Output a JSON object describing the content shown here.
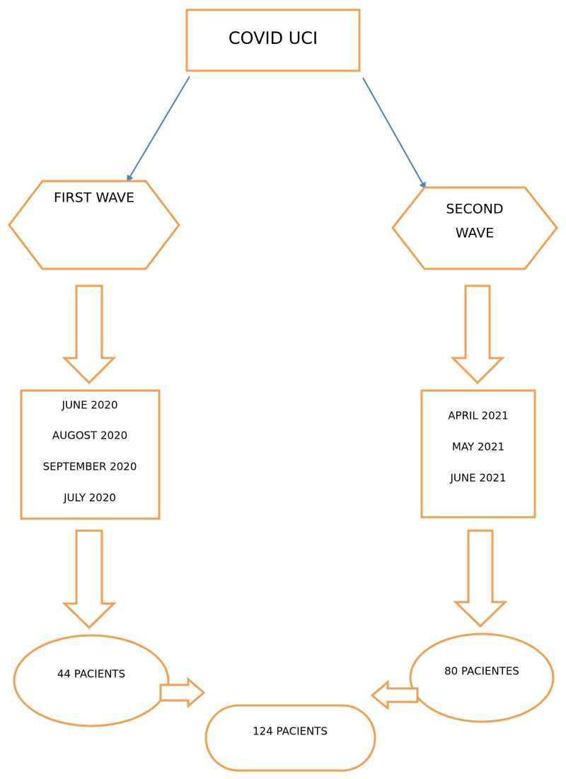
{
  "root": {
    "label": "COVID UCI"
  },
  "first_wave": {
    "label": "FIRST WAVE",
    "months": [
      "JUNE 2020",
      "AUGOST 2020",
      "SEPTEMBER 2020",
      "JULY 2020"
    ],
    "patients": "44 PACIENTS"
  },
  "second_wave": {
    "label_lines": [
      "SECOND",
      "WAVE"
    ],
    "months": [
      "APRIL 2021",
      "MAY 2021",
      "JUNE 2021"
    ],
    "patients": "80 PACIENTES"
  },
  "total": {
    "label": "124 PACIENTS"
  },
  "colors": {
    "shape_border": "#F0A050",
    "connector": "#4F81BD",
    "text": "#000000",
    "background": "#FFFFFF"
  }
}
